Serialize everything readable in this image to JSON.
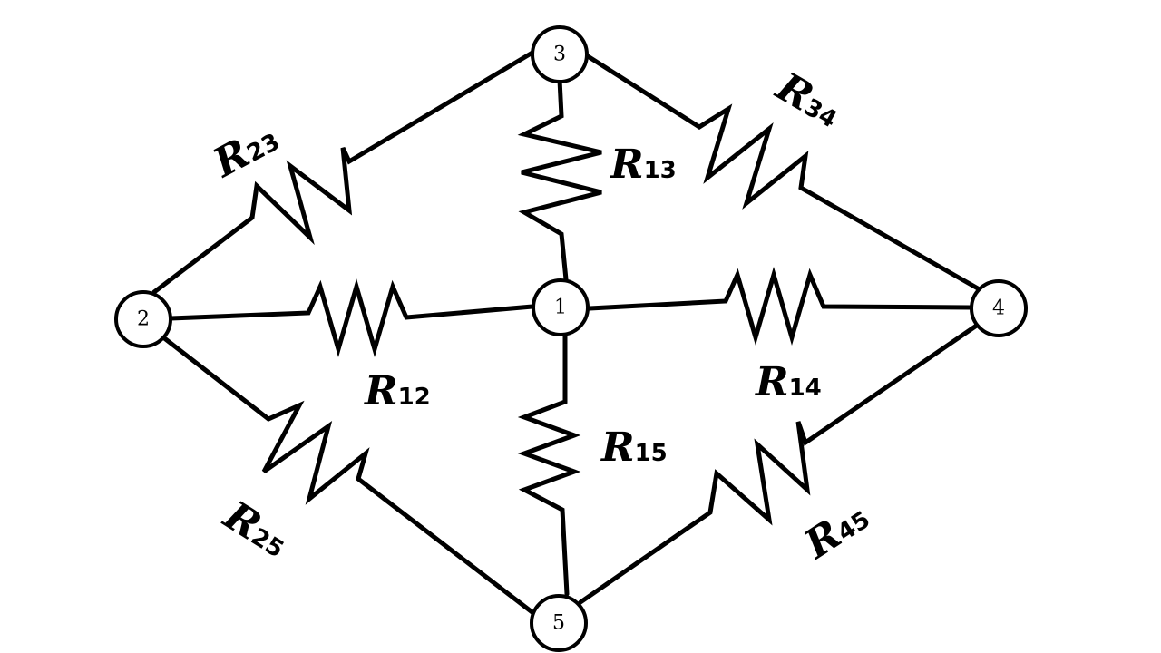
{
  "diagram": {
    "nodes": [
      {
        "id": "1",
        "label": "1"
      },
      {
        "id": "2",
        "label": "2"
      },
      {
        "id": "3",
        "label": "3"
      },
      {
        "id": "4",
        "label": "4"
      },
      {
        "id": "5",
        "label": "5"
      }
    ],
    "resistors": [
      {
        "id": "R12",
        "letter": "R",
        "subscript": "12",
        "from": "1",
        "to": "2"
      },
      {
        "id": "R13",
        "letter": "R",
        "subscript": "13",
        "from": "1",
        "to": "3"
      },
      {
        "id": "R14",
        "letter": "R",
        "subscript": "14",
        "from": "1",
        "to": "4"
      },
      {
        "id": "R15",
        "letter": "R",
        "subscript": "15",
        "from": "1",
        "to": "5"
      },
      {
        "id": "R23",
        "letter": "R",
        "subscript": "23",
        "from": "2",
        "to": "3"
      },
      {
        "id": "R25",
        "letter": "R",
        "subscript": "25",
        "from": "2",
        "to": "5"
      },
      {
        "id": "R34",
        "letter": "R",
        "subscript": "34",
        "from": "3",
        "to": "4"
      },
      {
        "id": "R45",
        "letter": "R",
        "subscript": "45",
        "from": "4",
        "to": "5"
      }
    ]
  }
}
